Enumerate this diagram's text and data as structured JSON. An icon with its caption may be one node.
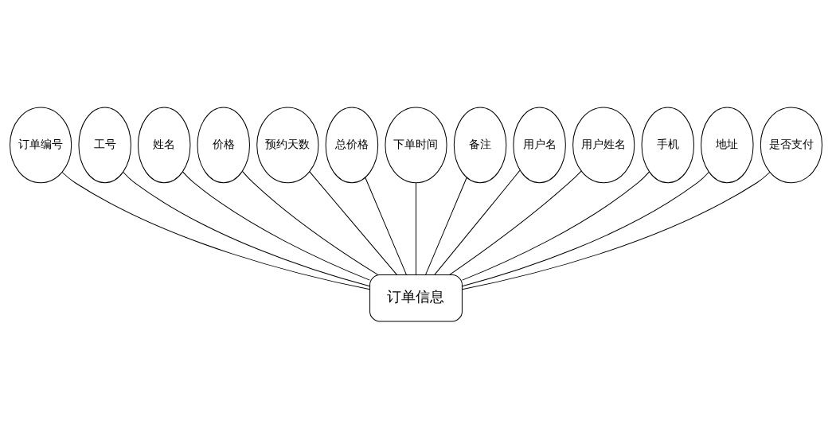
{
  "diagram": {
    "nodes": [
      {
        "text": [
          "订单编号"
        ]
      },
      {
        "text": [
          "工号"
        ]
      },
      {
        "text": [
          "姓名"
        ]
      },
      {
        "text": [
          "价格"
        ]
      },
      {
        "text": [
          "预约天数"
        ]
      },
      {
        "text": [
          "总价格"
        ]
      },
      {
        "text": [
          "下单时间"
        ]
      },
      {
        "text": [
          "备注"
        ]
      },
      {
        "text": [
          "用户名"
        ]
      },
      {
        "text": [
          "用户姓名"
        ]
      },
      {
        "text": [
          "手机"
        ]
      },
      {
        "text": [
          "地址"
        ]
      },
      {
        "text": [
          "是否支付"
        ]
      },
      {
        "text": [
          "订单信息"
        ]
      }
    ],
    "edges": [
      {
        "from": 0,
        "to": 13,
        "arrow": "none"
      },
      {
        "from": 1,
        "to": 13,
        "arrow": "none"
      },
      {
        "from": 2,
        "to": 13,
        "arrow": "none"
      },
      {
        "from": 3,
        "to": 13,
        "arrow": "none"
      },
      {
        "from": 4,
        "to": 13,
        "arrow": "none"
      },
      {
        "from": 5,
        "to": 13,
        "arrow": "none"
      },
      {
        "from": 6,
        "to": 13,
        "arrow": "none"
      },
      {
        "from": 7,
        "to": 13,
        "arrow": "none"
      },
      {
        "from": 8,
        "to": 13,
        "arrow": "none"
      },
      {
        "from": 9,
        "to": 13,
        "arrow": "none"
      },
      {
        "from": 10,
        "to": 13,
        "arrow": "none"
      },
      {
        "from": 11,
        "to": 13,
        "arrow": "none"
      },
      {
        "from": 12,
        "to": 13,
        "arrow": "none"
      }
    ]
  }
}
